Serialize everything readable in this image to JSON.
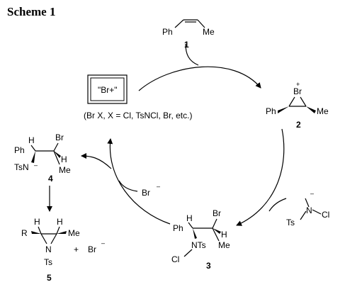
{
  "scheme": {
    "title": "Scheme 1"
  },
  "reagent": {
    "box_label": "\"Br+\"",
    "description": "(Br X, X = Cl, TsNCl, Br, etc.)"
  },
  "compound1": {
    "ph": "Ph",
    "me": "Me",
    "number": "1"
  },
  "compound2": {
    "br": "Br",
    "plus": "+",
    "ph": "Ph",
    "me": "Me",
    "number": "2"
  },
  "compound3": {
    "h1": "H",
    "ph": "Ph",
    "br": "Br",
    "h2": "H",
    "nts": "NTs",
    "me": "Me",
    "cl": "Cl",
    "number": "3"
  },
  "compound4": {
    "h": "H",
    "br": "Br",
    "ph": "Ph",
    "h2": "H",
    "tsn": "TsN",
    "minus": "–",
    "me": "Me",
    "number": "4"
  },
  "compound5": {
    "h1": "H",
    "h2": "H",
    "r": "R",
    "me": "Me",
    "n": "N",
    "ts": "Ts",
    "number": "5",
    "plus": "+",
    "br": "Br",
    "br_minus": "–"
  },
  "tsncl_reagent": {
    "minus": "–",
    "ts": "Ts",
    "n": "N",
    "cl": "Cl"
  },
  "bromide": {
    "br": "Br",
    "minus": "–"
  }
}
